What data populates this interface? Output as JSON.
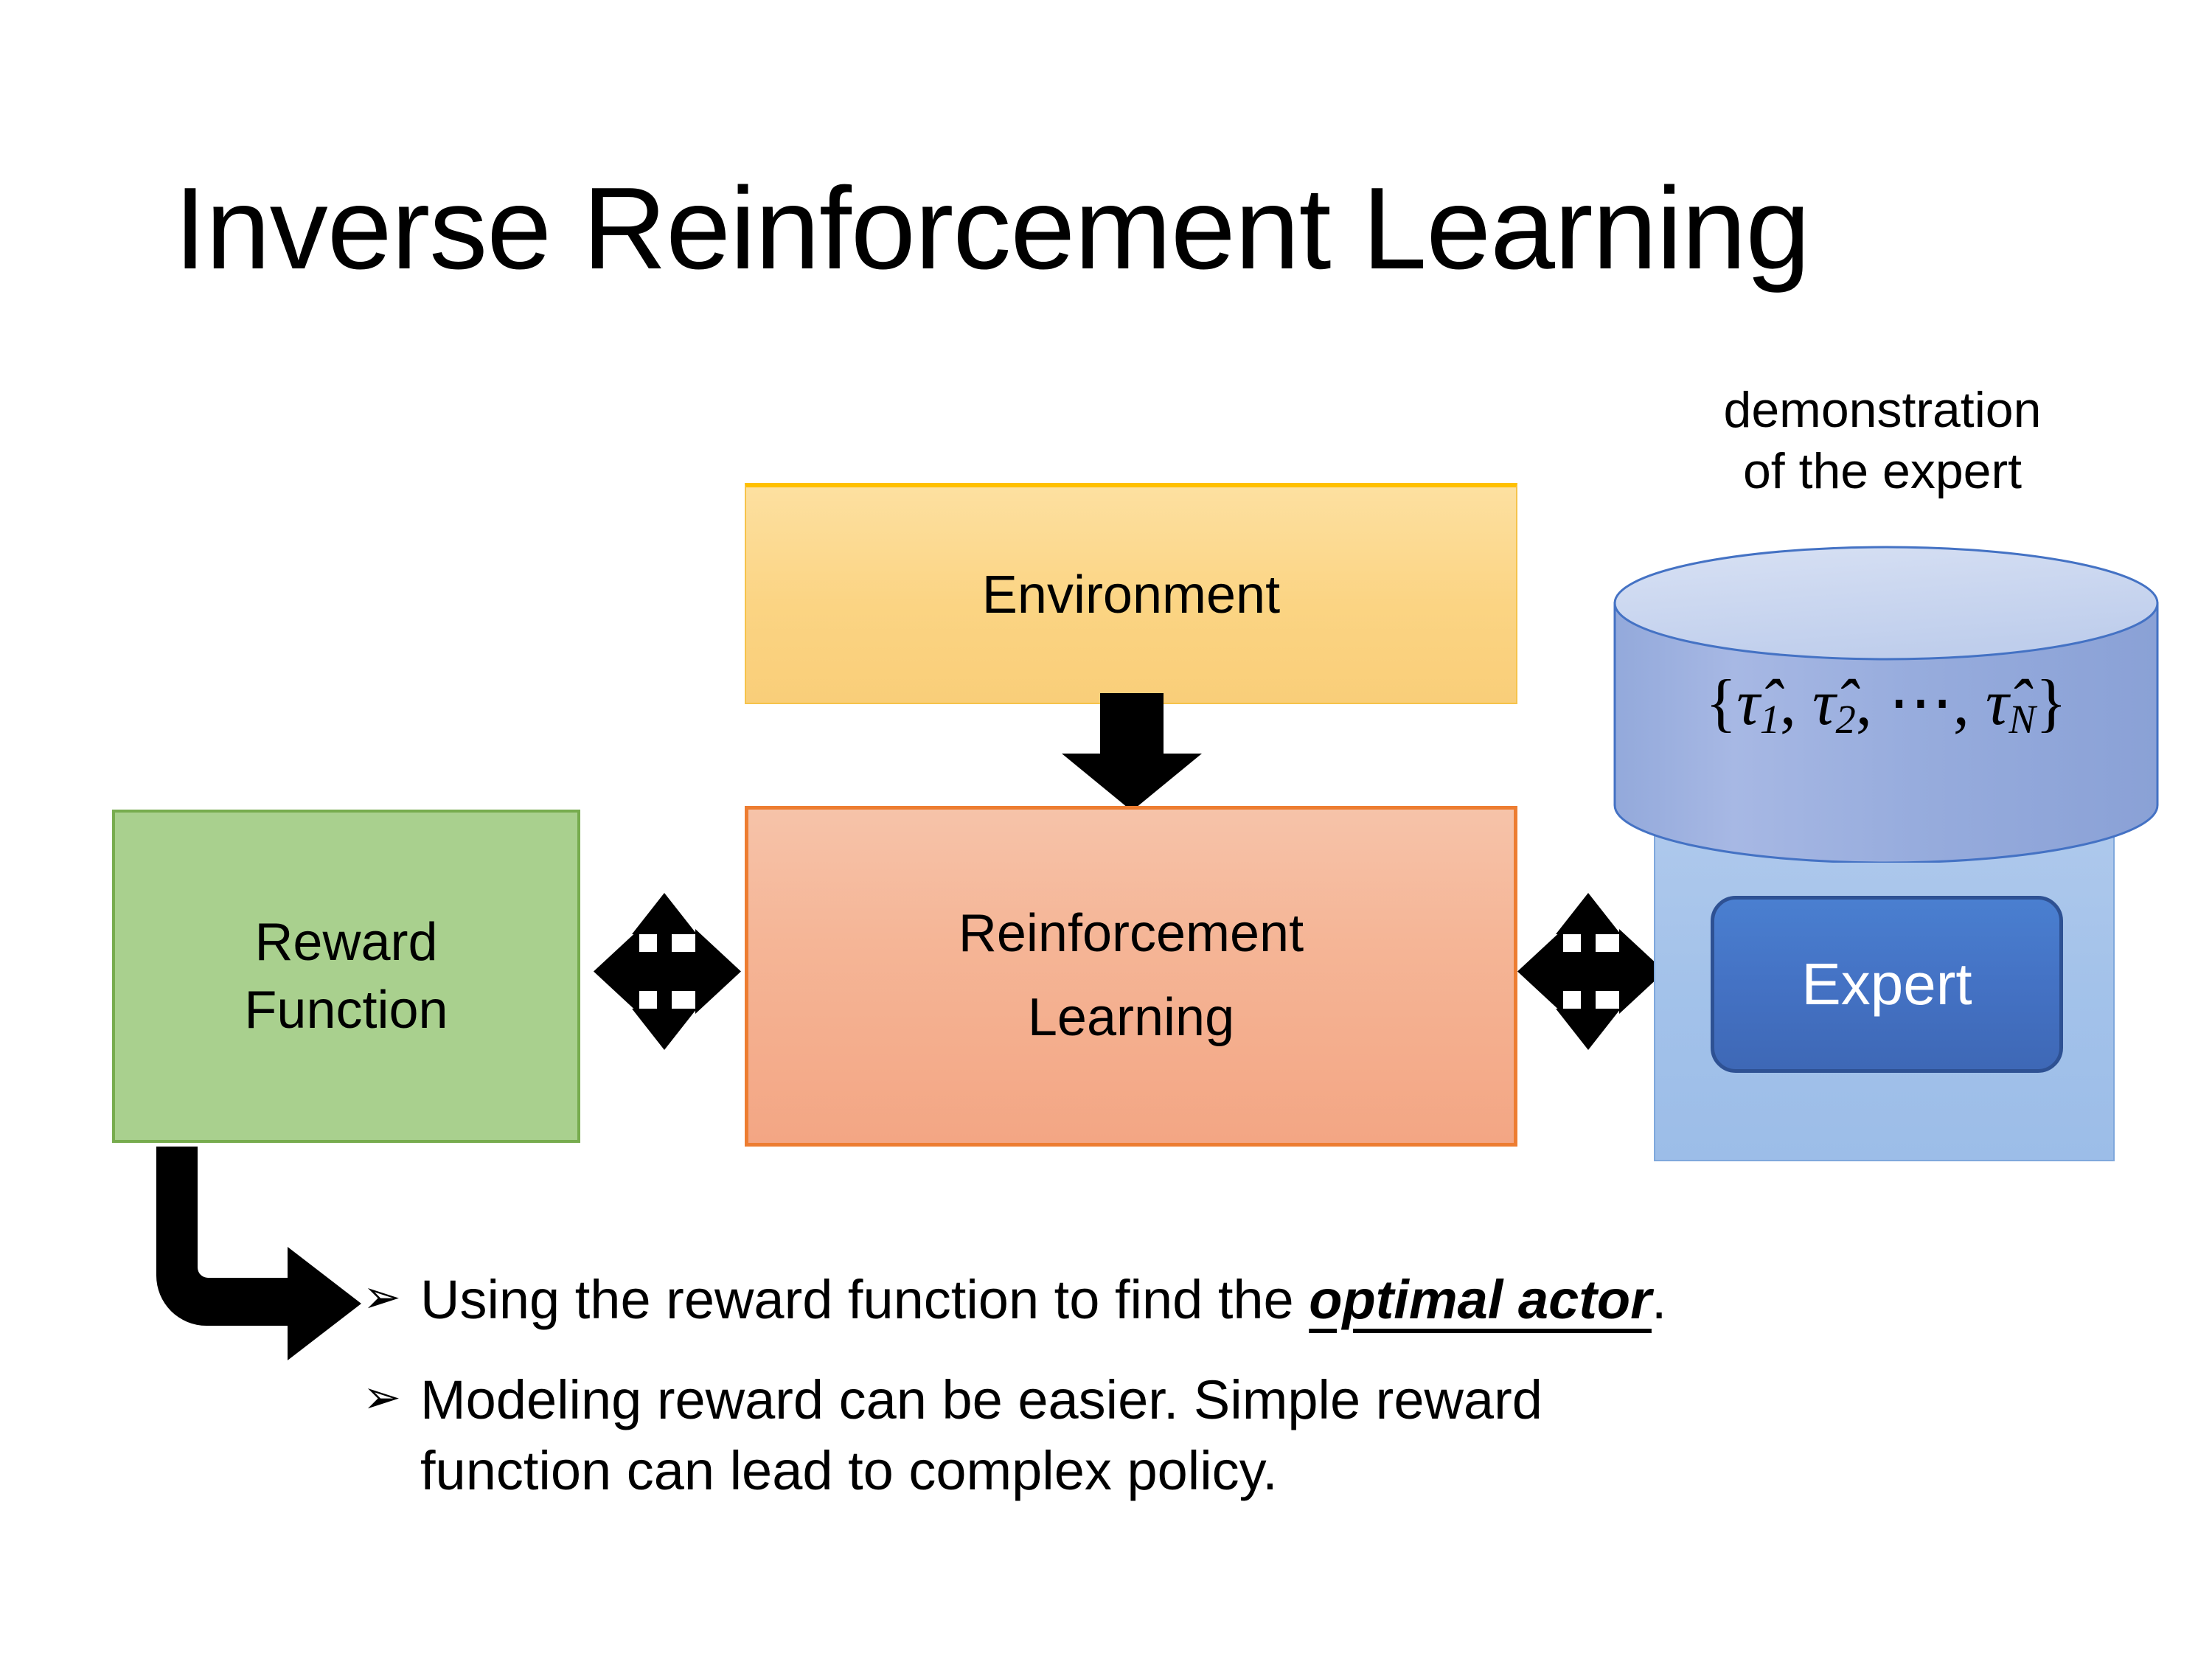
{
  "slide": {
    "title": "Inverse Reinforcement Learning",
    "background": "#FFFFFF"
  },
  "diagram": {
    "environment": {
      "label": "Environment",
      "fill": "#FBD483",
      "border": "#FFC000"
    },
    "reward_function": {
      "label_line1": "Reward",
      "label_line2": "Function",
      "fill": "#A9D08E",
      "border": "#77AC4E"
    },
    "reinforcement_learning": {
      "label_line1": "Reinforcement",
      "label_line2": "Learning",
      "fill": "#F5B596",
      "border": "#ED7D31"
    },
    "demonstration": {
      "caption_line1": "demonstration",
      "caption_line2": "of the expert",
      "formula_open": "{",
      "formula_tau1": "τ̂",
      "formula_sub1": "1",
      "formula_comma1": ", ",
      "formula_tau2": "τ̂",
      "formula_sub2": "2",
      "formula_comma2": ", ",
      "formula_dots": "⋯",
      "formula_comma3": ", ",
      "formula_tauN": "τ̂",
      "formula_subN": "N",
      "formula_close": "}",
      "cylinder_fill": "#8FA6D8",
      "cylinder_top_fill": "#CBD7EE",
      "cylinder_stroke": "#4472C4"
    },
    "expert": {
      "label": "Expert",
      "fill": "#4472C4",
      "border": "#2E5193",
      "text_color": "#FFFFFF",
      "container_fill": "#A3C2EA"
    },
    "connectors": {
      "env_to_rl": "down-block-arrow",
      "reward_to_rl": "bidirectional-quad-arrow",
      "rl_to_expert": "bidirectional-quad-arrow",
      "reward_to_bullets": "elbow-block-arrow",
      "color": "#000000"
    }
  },
  "bullets": {
    "marker": "➢",
    "items": [
      {
        "text_before": "Using the reward function to find the ",
        "emphasis": "optimal actor",
        "text_after": "."
      },
      {
        "line1": "Modeling reward can be easier. Simple reward",
        "line2": "function can lead to complex policy."
      }
    ]
  }
}
